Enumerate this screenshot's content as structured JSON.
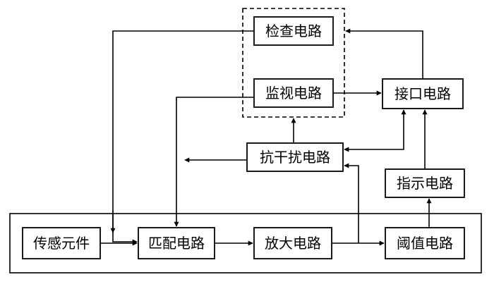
{
  "blocks": {
    "check": "检查电路",
    "monitor": "监视电路",
    "interface": "接口电路",
    "anti_interference": "抗干扰电路",
    "indicator": "指示电路",
    "sensor": "传感元件",
    "matching": "匹配电路",
    "amplifier": "放大电路",
    "threshold": "阈值电路"
  },
  "colors": {
    "line": "#000000",
    "background": "#ffffff"
  }
}
